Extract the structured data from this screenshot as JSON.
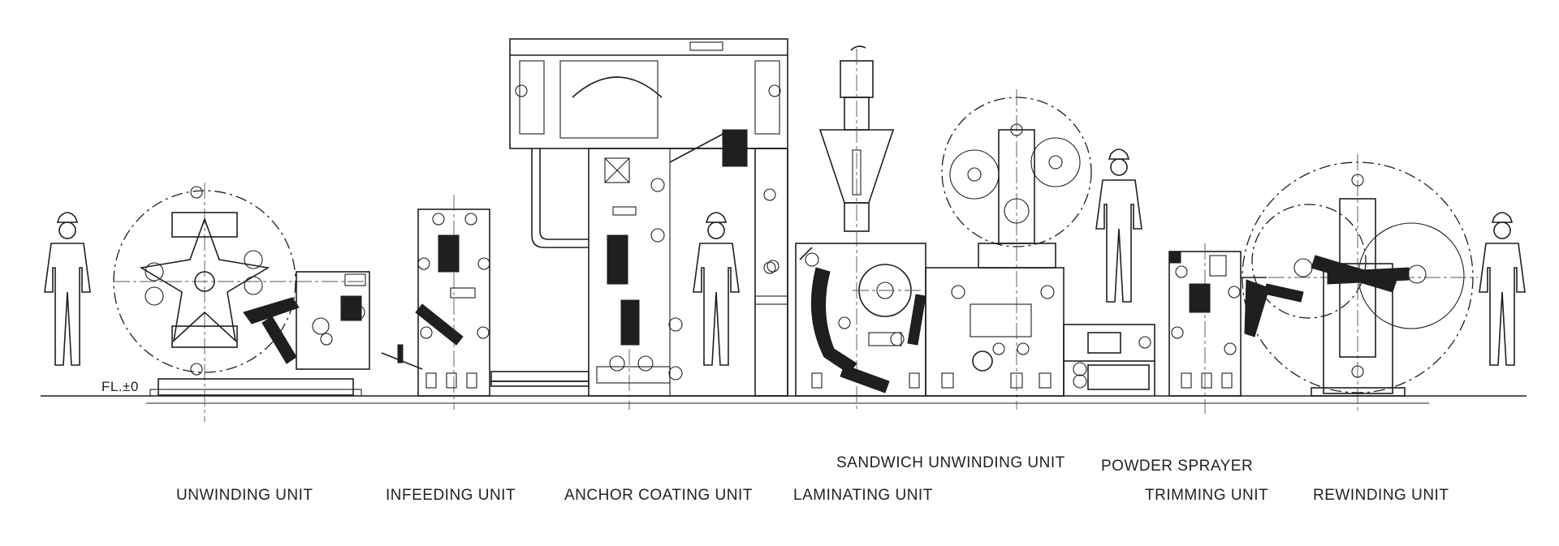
{
  "floor_label": "FL.±0",
  "units": [
    {
      "id": "unwinding",
      "label": "UNWINDING UNIT"
    },
    {
      "id": "infeeding",
      "label": "INFEEDING UNIT"
    },
    {
      "id": "anchor-coating",
      "label": "ANCHOR COATING UNIT"
    },
    {
      "id": "laminating",
      "label": "LAMINATING UNIT"
    },
    {
      "id": "sandwich-unwinding",
      "label": "SANDWICH UNWINDING UNIT"
    },
    {
      "id": "powder-sprayer",
      "label": "POWDER SPRAYER"
    },
    {
      "id": "trimming",
      "label": "TRIMMING UNIT"
    },
    {
      "id": "rewinding",
      "label": "REWINDING UNIT"
    }
  ]
}
